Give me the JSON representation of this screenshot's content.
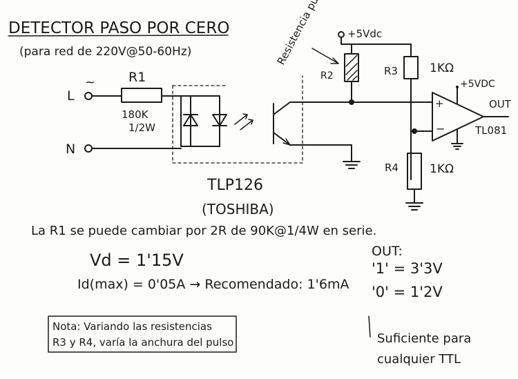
{
  "title": "DETECTOR PASO POR CERO",
  "subtitle": "(para red de 220V@50-60Hz)",
  "pullup_note": "Resistencia pull-up",
  "labels": {
    "supply_top": "+5Vdc",
    "supply_opamp": "+5VDC",
    "live": "L",
    "neutral": "N",
    "tilde": "~",
    "r1": "R1",
    "r1_value": "180K",
    "r1_power": "1/2W",
    "r2": "R2",
    "r3": "R3",
    "r3_value": "1KΩ",
    "r4": "R4",
    "r4_value": "1KΩ",
    "plus": "+",
    "minus": "−",
    "out": "OUT",
    "opamp": "TL081",
    "opto": "TLP126",
    "opto_maker": "(TOSHIBA)"
  },
  "notes": {
    "r1_alt": "La R1 se puede cambiar por 2R de 90K@1/4W en serie.",
    "vd": "Vd = 1'15V",
    "id": "Id(max) = 0'05A → Recomendado: 1'6mA",
    "out_title": "OUT:",
    "out_high": "'1' = 3'3V",
    "out_low": "'0' = 1'2V",
    "box_line1": "Nota: Variando las resistencias",
    "box_line2": "R3 y R4, varía la anchura del pulso",
    "ttl_line1": "Suficiente para",
    "ttl_line2": "cualquier TTL"
  }
}
